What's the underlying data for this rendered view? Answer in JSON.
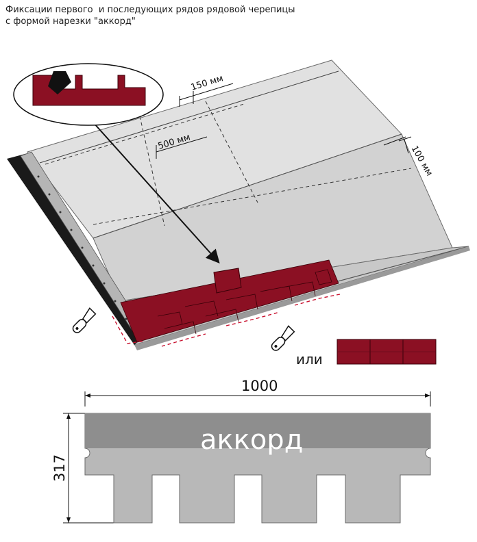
{
  "title_line1": "Фиксации первого  и последующих рядов рядовой черепицы",
  "title_line2": "с формой нарезки \"аккорд\"",
  "dims": {
    "d150": "150 мм",
    "d500": "500 мм",
    "d100": "100 мм",
    "width": "1000",
    "height": "317"
  },
  "shingle_name": "аккорд",
  "or_label": "или",
  "colors": {
    "shingle": "#8b1023",
    "roof_light": "#e1e1e1",
    "roof_mid": "#d2d2d2",
    "template_dark": "#8e8e8e",
    "template_light": "#b8b8b8"
  }
}
